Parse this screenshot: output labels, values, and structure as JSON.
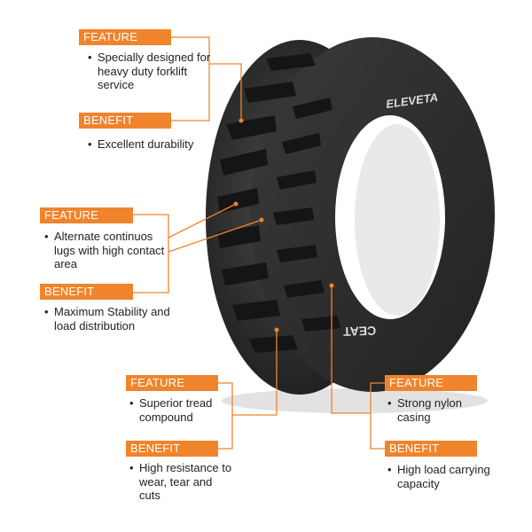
{
  "colors": {
    "accent": "#f0842c",
    "text": "#222222",
    "tire": "#2b2b2b"
  },
  "tire": {
    "sidewall_brand": "ELEVETA",
    "sidewall_maker": "CEAT"
  },
  "callouts": [
    {
      "feature_label": "FEATURE",
      "feature_text": "Specially designed for heavy duty forklift service",
      "benefit_label": "BENEFIT",
      "benefit_text": "Excellent durability"
    },
    {
      "feature_label": "FEATURE",
      "feature_text": "Alternate continuos lugs with high contact area",
      "benefit_label": "BENEFIT",
      "benefit_text": "Maximum Stability and load distribution"
    },
    {
      "feature_label": "FEATURE",
      "feature_text": "Superior tread compound",
      "benefit_label": "BENEFIT",
      "benefit_text": "High resistance to wear, tear and cuts"
    },
    {
      "feature_label": "FEATURE",
      "feature_text": "Strong nylon casing",
      "benefit_label": "BENEFIT",
      "benefit_text": "High load carrying capacity"
    }
  ],
  "bullet_char": "•"
}
